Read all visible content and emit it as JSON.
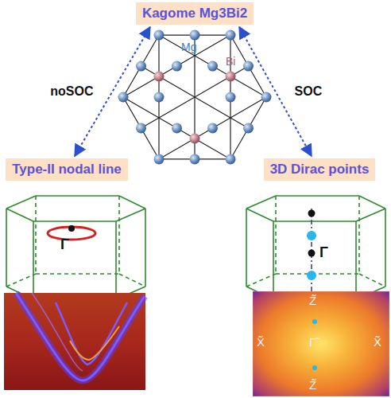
{
  "diagram": {
    "nodes": [
      {
        "text": [
          "Kagome Mg3Bi2"
        ]
      },
      {
        "text": [
          "Type-II nodal line"
        ]
      },
      {
        "text": [
          "3D Dirac points"
        ]
      }
    ],
    "edges": [
      {
        "from": 0,
        "to": 1,
        "arrow": "both",
        "label": "noSOC"
      },
      {
        "from": 0,
        "to": 2,
        "arrow": "both",
        "label": "SOC"
      }
    ],
    "labels": [
      "Mg",
      "Bi",
      "Γ",
      "Γ",
      "X̃",
      "X̃",
      "Z̃",
      "Z̃",
      "Γ̃"
    ]
  }
}
